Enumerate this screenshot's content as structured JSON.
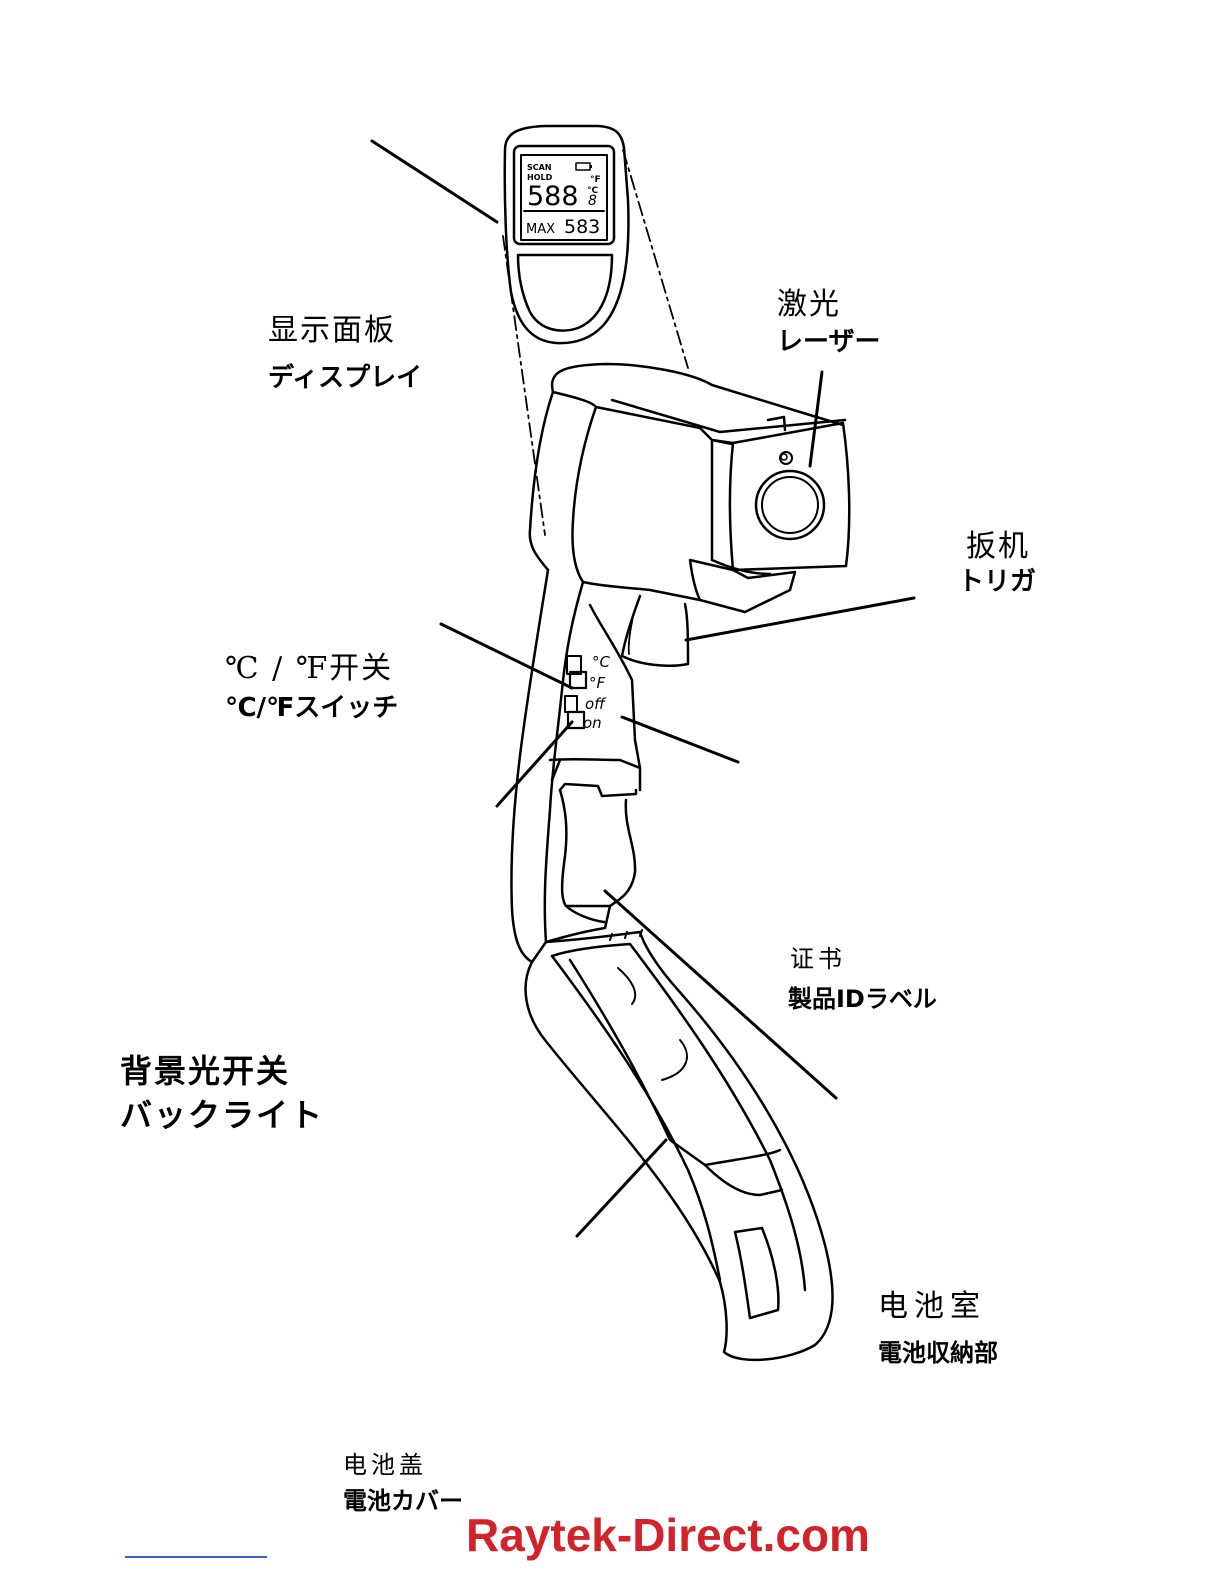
{
  "labels": {
    "display": {
      "zh": "显示面板",
      "ja": "ディスプレイ"
    },
    "laser": {
      "zh": "激光",
      "ja": "レーザー"
    },
    "trigger": {
      "zh": "扳机",
      "ja": "トリガ"
    },
    "unit_switch": {
      "zh": "℃ / ℉开关",
      "ja": "℃/℉スイッチ"
    },
    "certificate": {
      "zh": "证书",
      "ja": "製品IDラベル"
    },
    "backlight": {
      "zh": "背景光开关",
      "ja": "バックライト"
    },
    "battery_compartment": {
      "zh": "电池室",
      "ja": "電池収納部"
    },
    "battery_cover": {
      "zh": "电池盖",
      "ja": "電池カバー"
    }
  },
  "display_readout": {
    "mode_1": "SCAN",
    "mode_2": "HOLD",
    "main_value": "588",
    "main_decimal": "8",
    "unit_f": "°F",
    "unit_c": "°C",
    "secondary_label": "MAX",
    "secondary_value": "583"
  },
  "switch_marks": {
    "celsius": "°C",
    "fahrenheit": "°F",
    "off": "off",
    "on": "on"
  },
  "footer": {
    "site": "Raytek-Direct.com"
  },
  "colors": {
    "ink": "#000000",
    "footer_text": "#d2232a",
    "footer_rule": "#3a5fcd"
  }
}
